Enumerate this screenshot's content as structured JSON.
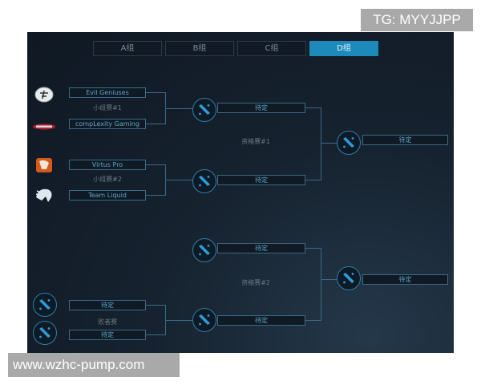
{
  "tabs": [
    {
      "label": "A组",
      "active": false
    },
    {
      "label": "B组",
      "active": false
    },
    {
      "label": "C组",
      "active": false
    },
    {
      "label": "D组",
      "active": true
    }
  ],
  "group_stage": [
    {
      "label": "小组赛#1",
      "teams": [
        {
          "name": "Evil Geniuses",
          "logo": "eg-logo"
        },
        {
          "name": "compLexity Gaming",
          "logo": "complexity-logo"
        }
      ]
    },
    {
      "label": "小组赛#2",
      "teams": [
        {
          "name": "Virtus Pro",
          "logo": "virtus-pro-logo"
        },
        {
          "name": "Team Liquid",
          "logo": "team-liquid-logo"
        }
      ]
    }
  ],
  "losers_match": {
    "label": "败者赛",
    "slots": [
      "待定",
      "待定"
    ]
  },
  "qualifier_1": {
    "label": "资格赛#1",
    "slots": [
      "待定",
      "待定"
    ],
    "winner": "待定"
  },
  "qualifier_2": {
    "label": "资格赛#2",
    "slots": [
      "待定",
      "待定"
    ],
    "winner": "待定"
  },
  "watermarks": {
    "top_right": "TG: MYYJJPP",
    "bottom_left": "www.wzhc-pump.com"
  },
  "colors": {
    "accent": "#1c8bbb",
    "line": "#3a6a86",
    "bg": "#0f1823"
  }
}
